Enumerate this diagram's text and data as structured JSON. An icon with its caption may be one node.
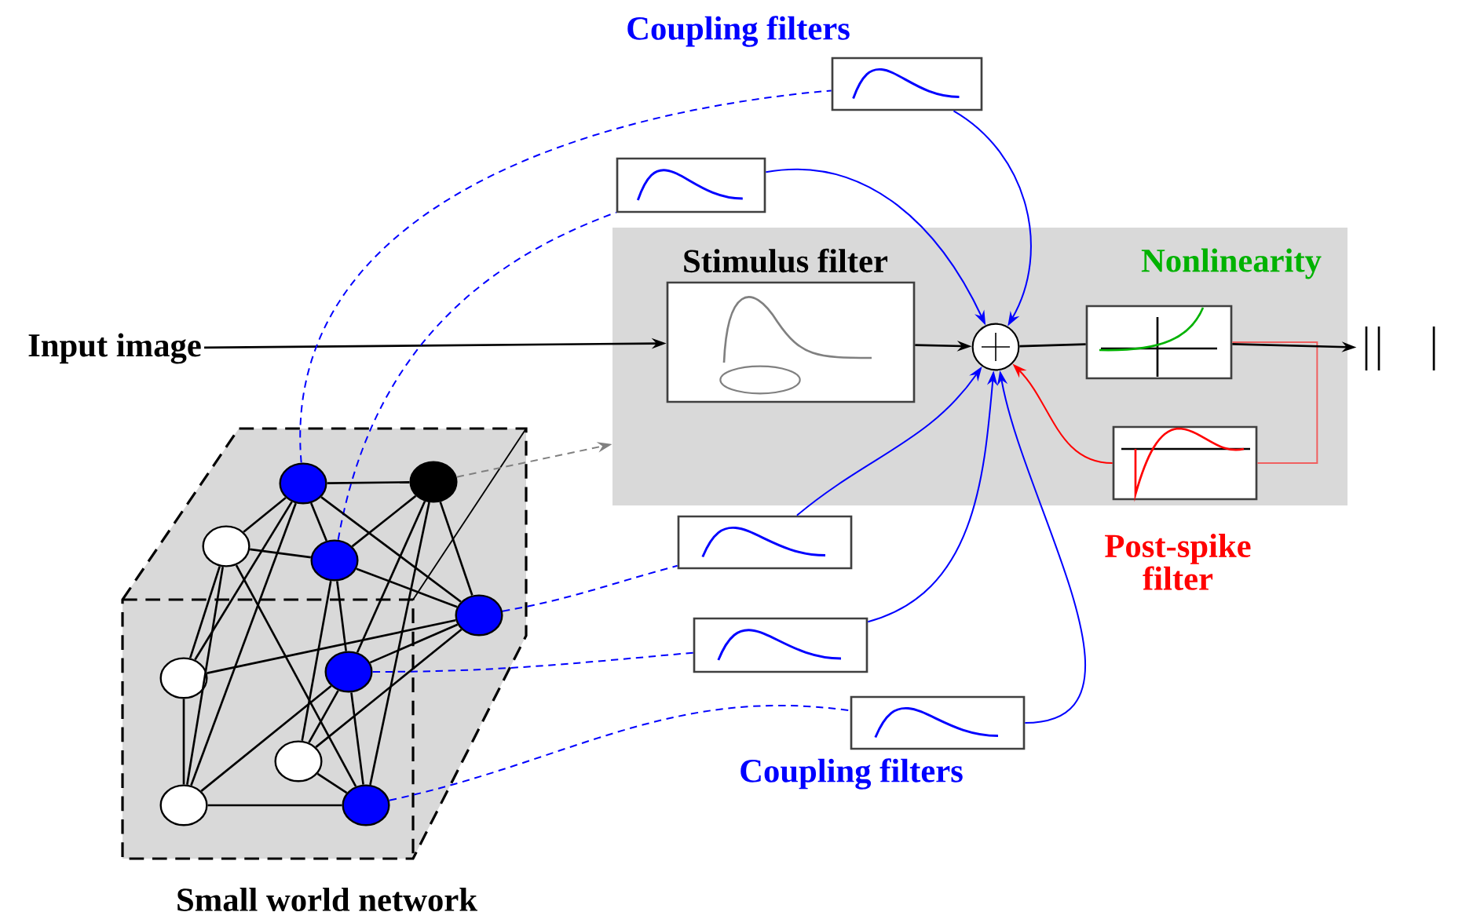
{
  "diagram": {
    "nodes": [
      {
        "text": [
          "Input image"
        ]
      },
      {
        "text": [],
        "shape": "box"
      },
      {
        "text": [
          "Stimulus filter"
        ],
        "in": 1
      },
      {
        "text": [],
        "shape": "circle",
        "in": 1
      },
      {
        "text": [
          "Nonlinearity"
        ],
        "in": 1
      },
      {
        "text": [
          "Post-spike filter"
        ],
        "in": 1
      },
      {
        "text": [],
        "shape": "picture"
      },
      {
        "text": [],
        "shape": "box"
      },
      {
        "text": [],
        "shape": "box"
      },
      {
        "text": [],
        "shape": "box"
      },
      {
        "text": [],
        "shape": "box"
      },
      {
        "text": [],
        "shape": "box"
      },
      {
        "text": [
          "Small world network"
        ]
      },
      {
        "text": [],
        "shape": "circle",
        "in": 12
      },
      {
        "text": [],
        "shape": "circle",
        "in": 12
      },
      {
        "text": [],
        "shape": "circle",
        "in": 12
      },
      {
        "text": [],
        "shape": "circle",
        "in": 12
      },
      {
        "text": [],
        "shape": "circle",
        "in": 12
      },
      {
        "text": [],
        "shape": "circle",
        "in": 12
      },
      {
        "text": [],
        "shape": "circle",
        "in": 12
      },
      {
        "text": [],
        "shape": "circle",
        "in": 12
      },
      {
        "text": [],
        "shape": "circle",
        "in": 12
      },
      {
        "text": [],
        "shape": "circle",
        "in": 12
      }
    ],
    "edges": [
      {
        "from": 0,
        "to": 2,
        "arrow": "to"
      },
      {
        "from": 2,
        "to": 3,
        "arrow": "to"
      },
      {
        "from": 3,
        "to": 4,
        "arrow": "none"
      },
      {
        "from": 4,
        "to": 5,
        "arrow": "none",
        "color": "#f06060"
      },
      {
        "from": 4,
        "to": 6,
        "arrow": "to"
      },
      {
        "from": 5,
        "to": 3,
        "arrow": "to",
        "color": "#ff0000"
      },
      {
        "from": 7,
        "to": 3,
        "arrow": "to",
        "color": "#0000ff"
      },
      {
        "from": 8,
        "to": 3,
        "arrow": "to",
        "color": "#0000ff"
      },
      {
        "from": 9,
        "to": 3,
        "arrow": "to",
        "color": "#0000ff"
      },
      {
        "from": 10,
        "to": 3,
        "arrow": "to",
        "color": "#0000ff"
      },
      {
        "from": 11,
        "to": 3,
        "arrow": "to",
        "color": "#0000ff"
      },
      {
        "from": 13,
        "to": 7,
        "arrow": "none",
        "style": "dashed",
        "color": "#0000ff"
      },
      {
        "from": 16,
        "to": 8,
        "arrow": "none",
        "style": "dashed",
        "color": "#0000ff"
      },
      {
        "from": 17,
        "to": 9,
        "arrow": "none",
        "style": "dashed",
        "color": "#0000ff"
      },
      {
        "from": 19,
        "to": 10,
        "arrow": "none",
        "style": "dashed",
        "color": "#0000ff"
      },
      {
        "from": 22,
        "to": 11,
        "arrow": "none",
        "style": "dashed",
        "color": "#0000ff"
      },
      {
        "from": 14,
        "to": 1,
        "arrow": "to",
        "style": "dashed",
        "color": "#808080"
      },
      {
        "from": 13,
        "to": 14,
        "arrow": "none"
      },
      {
        "from": 13,
        "to": 15,
        "arrow": "none"
      },
      {
        "from": 13,
        "to": 16,
        "arrow": "none"
      },
      {
        "from": 13,
        "to": 17,
        "arrow": "none"
      },
      {
        "from": 13,
        "to": 18,
        "arrow": "none"
      },
      {
        "from": 13,
        "to": 21,
        "arrow": "none"
      },
      {
        "from": 14,
        "to": 16,
        "arrow": "none"
      },
      {
        "from": 14,
        "to": 19,
        "arrow": "none"
      },
      {
        "from": 14,
        "to": 22,
        "arrow": "none"
      },
      {
        "from": 14,
        "to": 17,
        "arrow": "none"
      },
      {
        "from": 15,
        "to": 16,
        "arrow": "none"
      },
      {
        "from": 15,
        "to": 18,
        "arrow": "none"
      },
      {
        "from": 15,
        "to": 21,
        "arrow": "none"
      },
      {
        "from": 15,
        "to": 22,
        "arrow": "none"
      },
      {
        "from": 16,
        "to": 17,
        "arrow": "none"
      },
      {
        "from": 16,
        "to": 20,
        "arrow": "none"
      },
      {
        "from": 16,
        "to": 19,
        "arrow": "none"
      },
      {
        "from": 17,
        "to": 18,
        "arrow": "none"
      },
      {
        "from": 17,
        "to": 19,
        "arrow": "none"
      },
      {
        "from": 17,
        "to": 20,
        "arrow": "none"
      },
      {
        "from": 18,
        "to": 21,
        "arrow": "none"
      },
      {
        "from": 19,
        "to": 21,
        "arrow": "none"
      },
      {
        "from": 19,
        "to": 20,
        "arrow": "none"
      },
      {
        "from": 19,
        "to": 22,
        "arrow": "none"
      },
      {
        "from": 20,
        "to": 22,
        "arrow": "none"
      },
      {
        "from": 21,
        "to": 22,
        "arrow": "none"
      }
    ],
    "labels": [
      "Coupling filters",
      "Coupling filters"
    ]
  }
}
